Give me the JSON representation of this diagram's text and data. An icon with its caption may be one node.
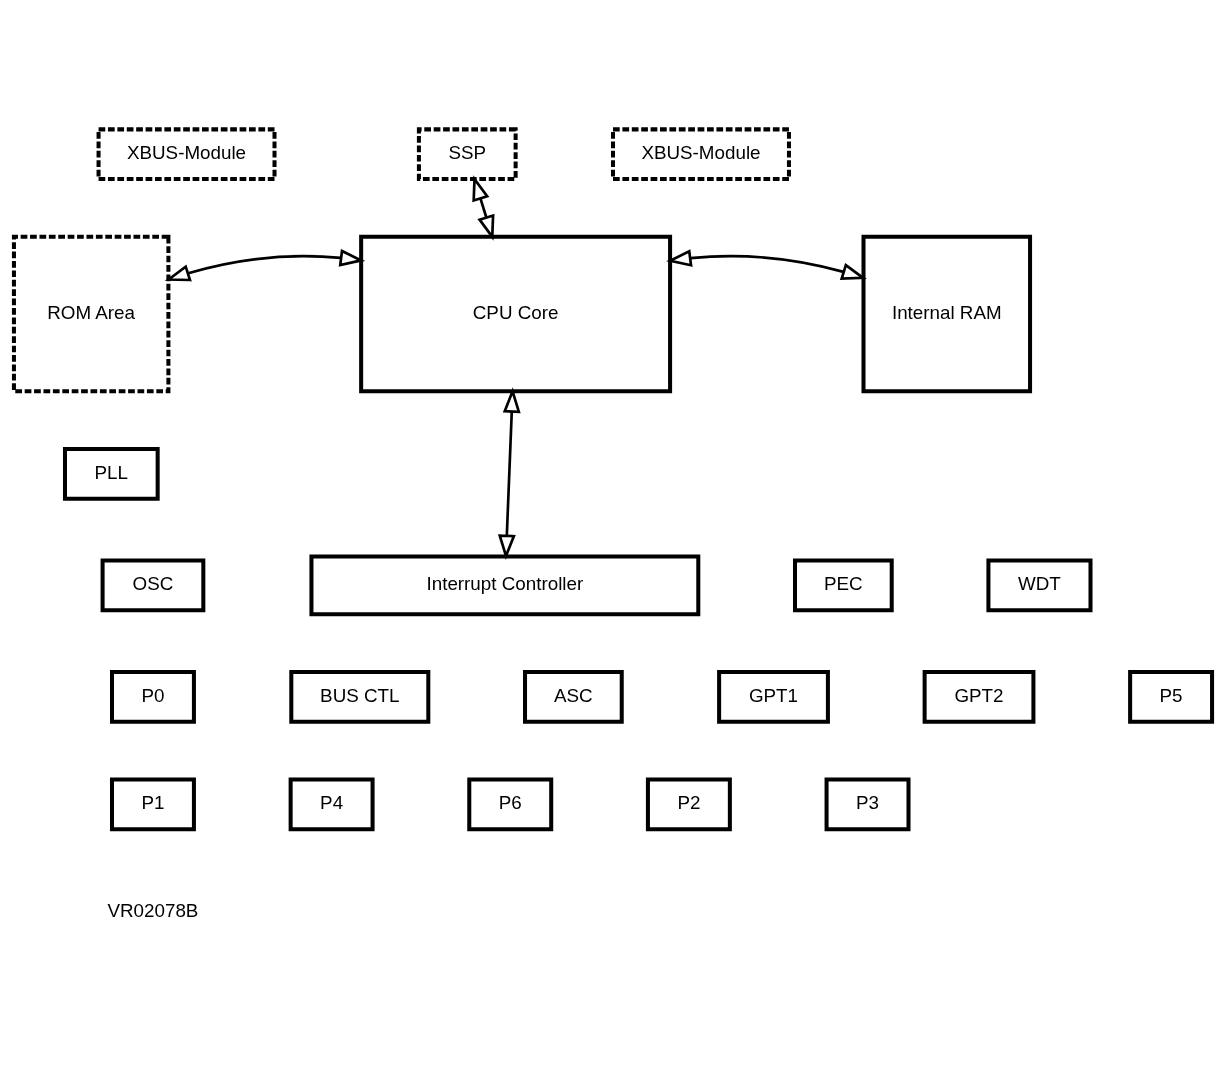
{
  "diagram": {
    "nodes": [
      {
        "text": [
          "XBUS-Module"
        ]
      },
      {
        "text": [
          "SSP"
        ]
      },
      {
        "text": [
          "XBUS-Module"
        ]
      },
      {
        "text": [
          "ROM Area"
        ]
      },
      {
        "text": [
          "CPU Core"
        ]
      },
      {
        "text": [
          "Internal RAM"
        ]
      },
      {
        "text": [
          "PLL"
        ]
      },
      {
        "text": [
          "OSC"
        ]
      },
      {
        "text": [
          "Interrupt Controller"
        ]
      },
      {
        "text": [
          "PEC"
        ]
      },
      {
        "text": [
          "WDT"
        ]
      },
      {
        "text": [
          "P0"
        ]
      },
      {
        "text": [
          "BUS CTL"
        ]
      },
      {
        "text": [
          "ASC"
        ]
      },
      {
        "text": [
          "GPT1"
        ]
      },
      {
        "text": [
          "GPT2"
        ]
      },
      {
        "text": [
          "P5"
        ]
      },
      {
        "text": [
          "P1"
        ]
      },
      {
        "text": [
          "P4"
        ]
      },
      {
        "text": [
          "P6"
        ]
      },
      {
        "text": [
          "P2"
        ]
      },
      {
        "text": [
          "P3"
        ]
      }
    ],
    "edges": [
      {
        "from": 1,
        "to": 4,
        "arrow": "both"
      },
      {
        "from": 3,
        "to": 4,
        "arrow": "both"
      },
      {
        "from": 4,
        "to": 5,
        "arrow": "both"
      },
      {
        "from": 4,
        "to": 8,
        "arrow": "both"
      }
    ],
    "labels": [
      "VR02078B"
    ]
  }
}
